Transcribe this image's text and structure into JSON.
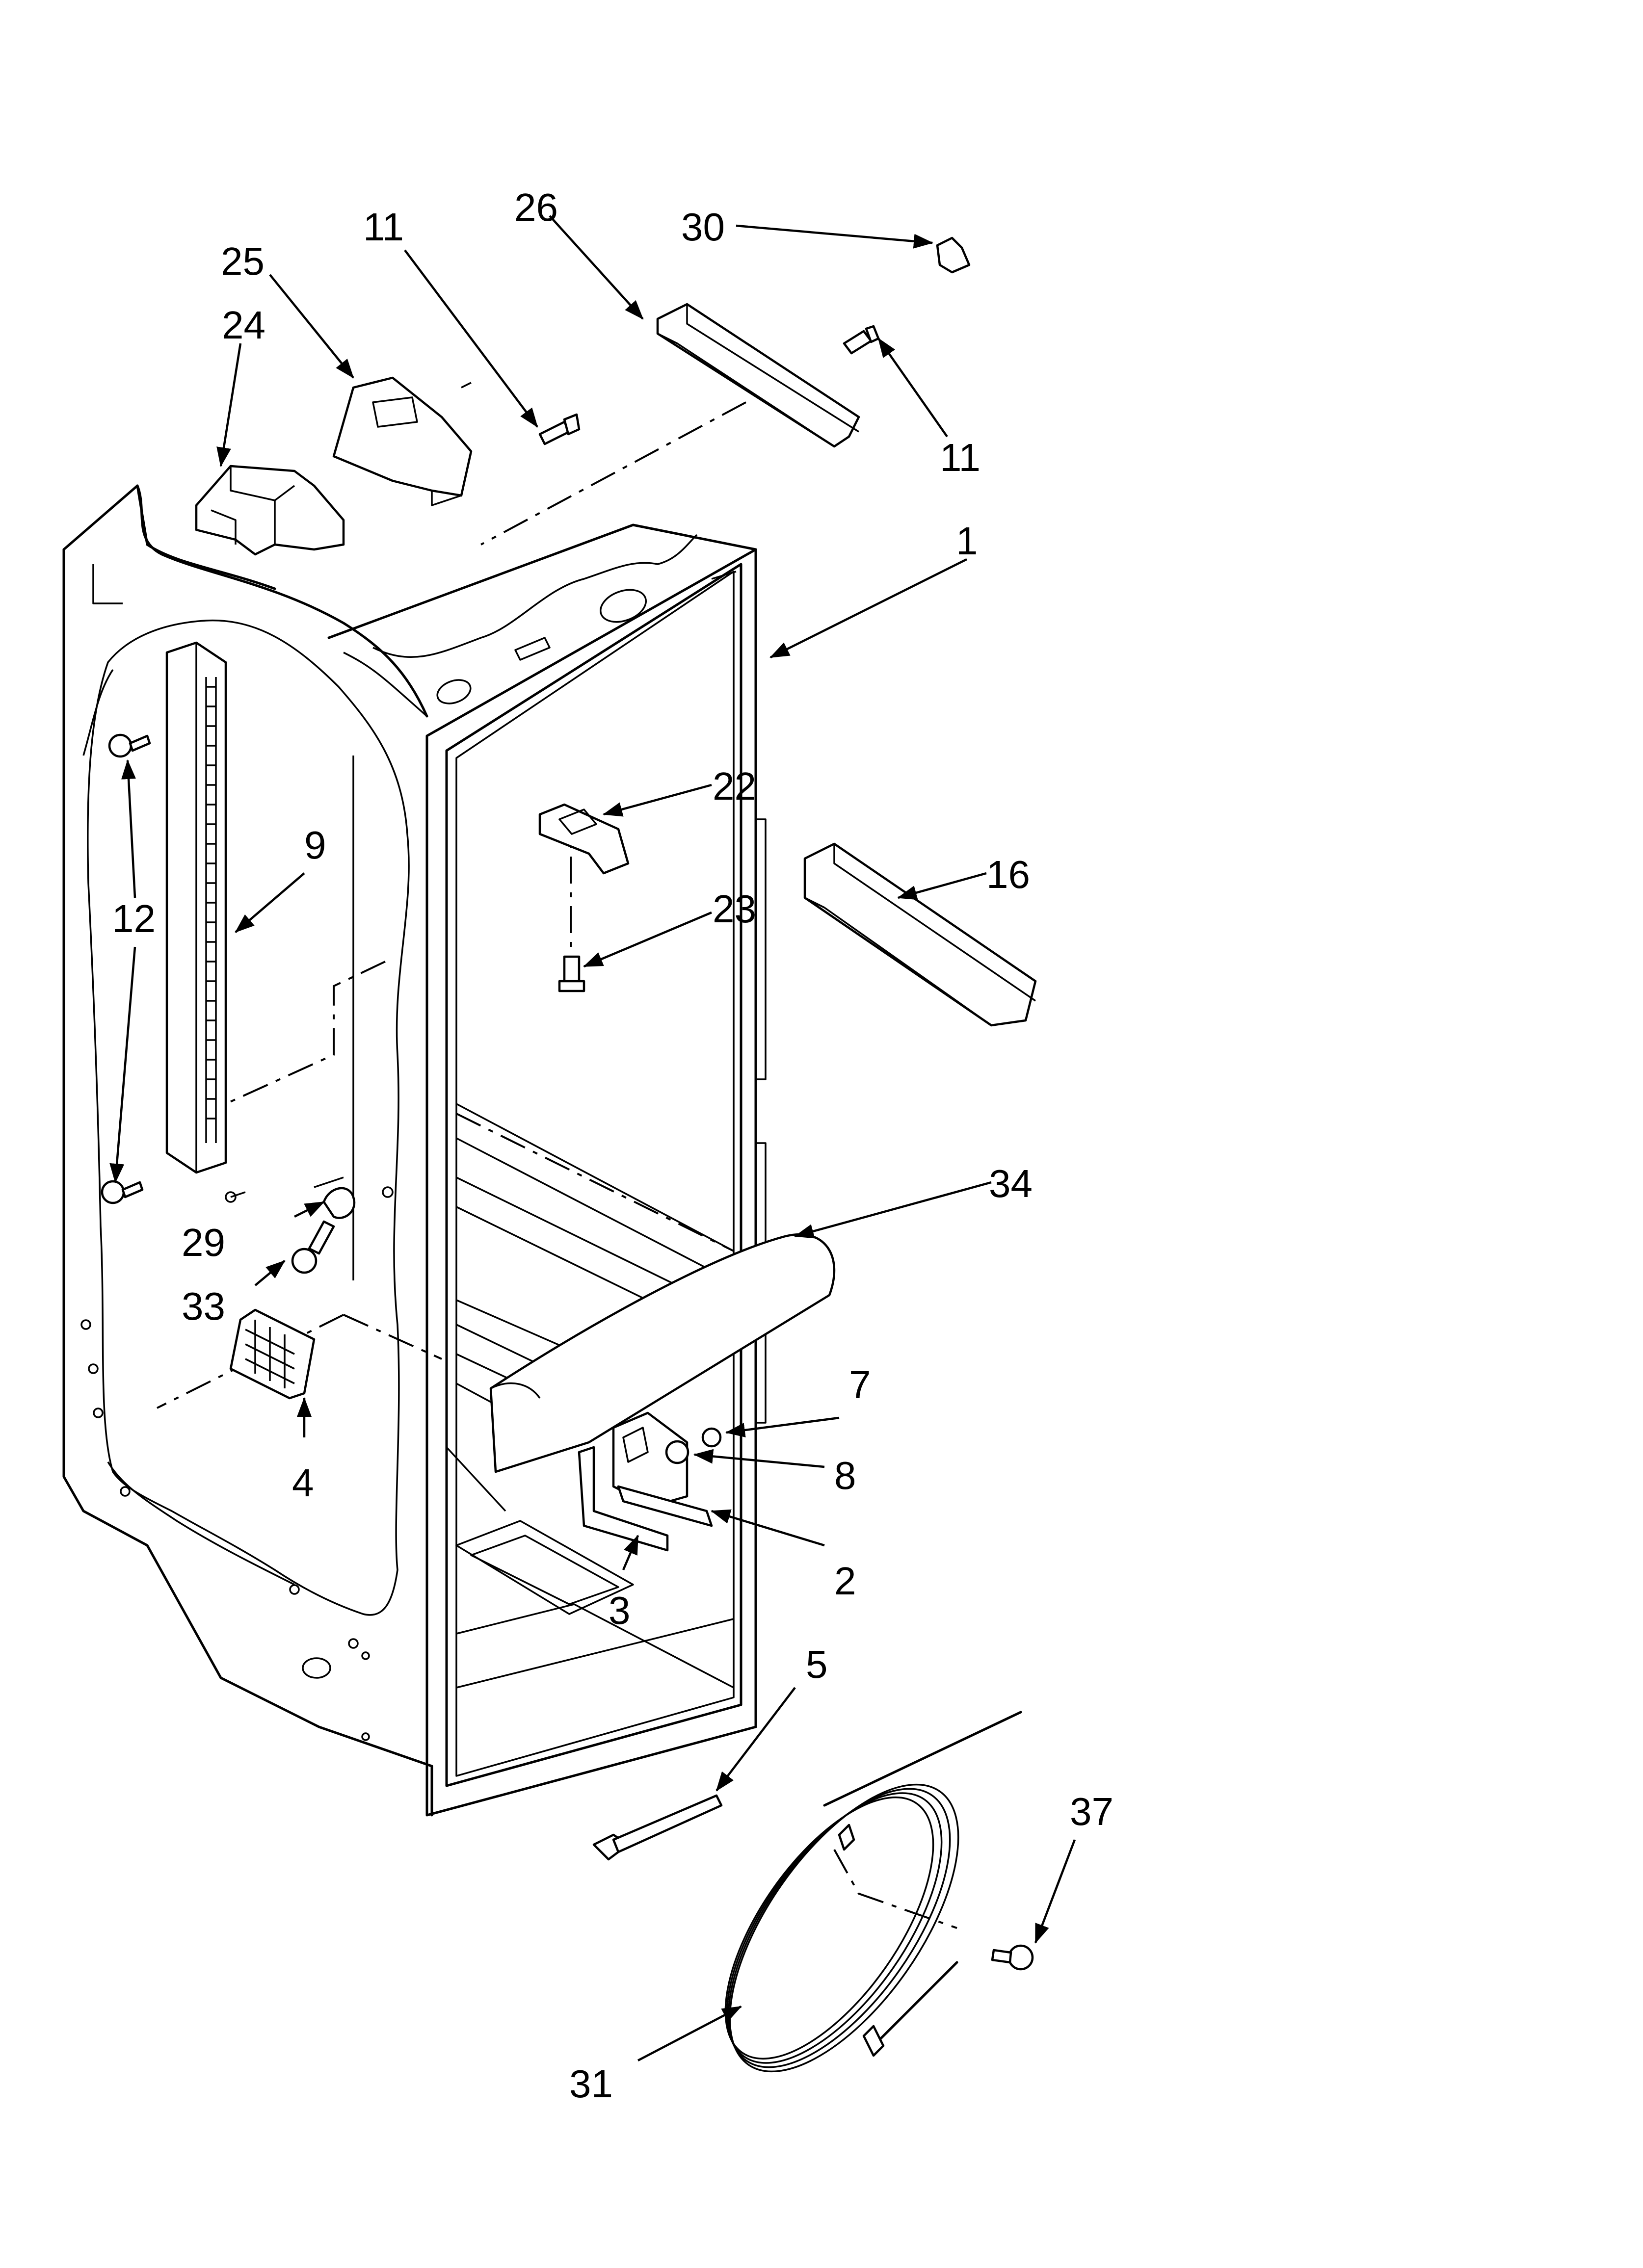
{
  "figure": {
    "callouts": [
      {
        "id": "c1",
        "label": "1"
      },
      {
        "id": "c2",
        "label": "2"
      },
      {
        "id": "c3",
        "label": "3"
      },
      {
        "id": "c4",
        "label": "4"
      },
      {
        "id": "c5",
        "label": "5"
      },
      {
        "id": "c7",
        "label": "7"
      },
      {
        "id": "c8",
        "label": "8"
      },
      {
        "id": "c9",
        "label": "9"
      },
      {
        "id": "c11a",
        "label": "11"
      },
      {
        "id": "c11b",
        "label": "11"
      },
      {
        "id": "c12",
        "label": "12"
      },
      {
        "id": "c16",
        "label": "16"
      },
      {
        "id": "c22",
        "label": "22"
      },
      {
        "id": "c23",
        "label": "23"
      },
      {
        "id": "c24",
        "label": "24"
      },
      {
        "id": "c25",
        "label": "25"
      },
      {
        "id": "c26",
        "label": "26"
      },
      {
        "id": "c29",
        "label": "29"
      },
      {
        "id": "c30",
        "label": "30"
      },
      {
        "id": "c31",
        "label": "31"
      },
      {
        "id": "c33",
        "label": "33"
      },
      {
        "id": "c34",
        "label": "34"
      },
      {
        "id": "c37",
        "label": "37"
      }
    ]
  },
  "colors": {
    "line": "#000000",
    "background": "#ffffff"
  }
}
